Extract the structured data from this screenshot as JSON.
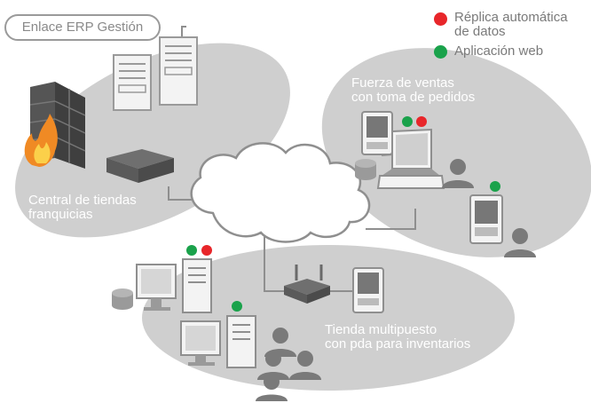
{
  "colors": {
    "replica": "#e8262a",
    "web_app": "#1aa24b",
    "zone": "#c9c9c9",
    "device": "#8f8f8f"
  },
  "legend": {
    "replica_label_line1": "Réplica automática",
    "replica_label_line2": "de datos",
    "web_label": "Aplicación web"
  },
  "erp_link": "Enlace ERP Gestión",
  "zones": {
    "central": {
      "line1": "Central de tiendas",
      "line2": "franquicias"
    },
    "sales": {
      "line1": "Fuerza de ventas",
      "line2": "con toma de pedidos"
    },
    "store": {
      "line1": "Tienda multipuesto",
      "line2": "con pda para inventarios"
    }
  },
  "icons": [
    "server-icon",
    "firewall-icon",
    "fire-icon",
    "router-icon",
    "cloud-icon",
    "laptop-icon",
    "pda-icon",
    "database-icon",
    "desktop-computer-icon",
    "user-icon",
    "wifi-router-icon"
  ]
}
